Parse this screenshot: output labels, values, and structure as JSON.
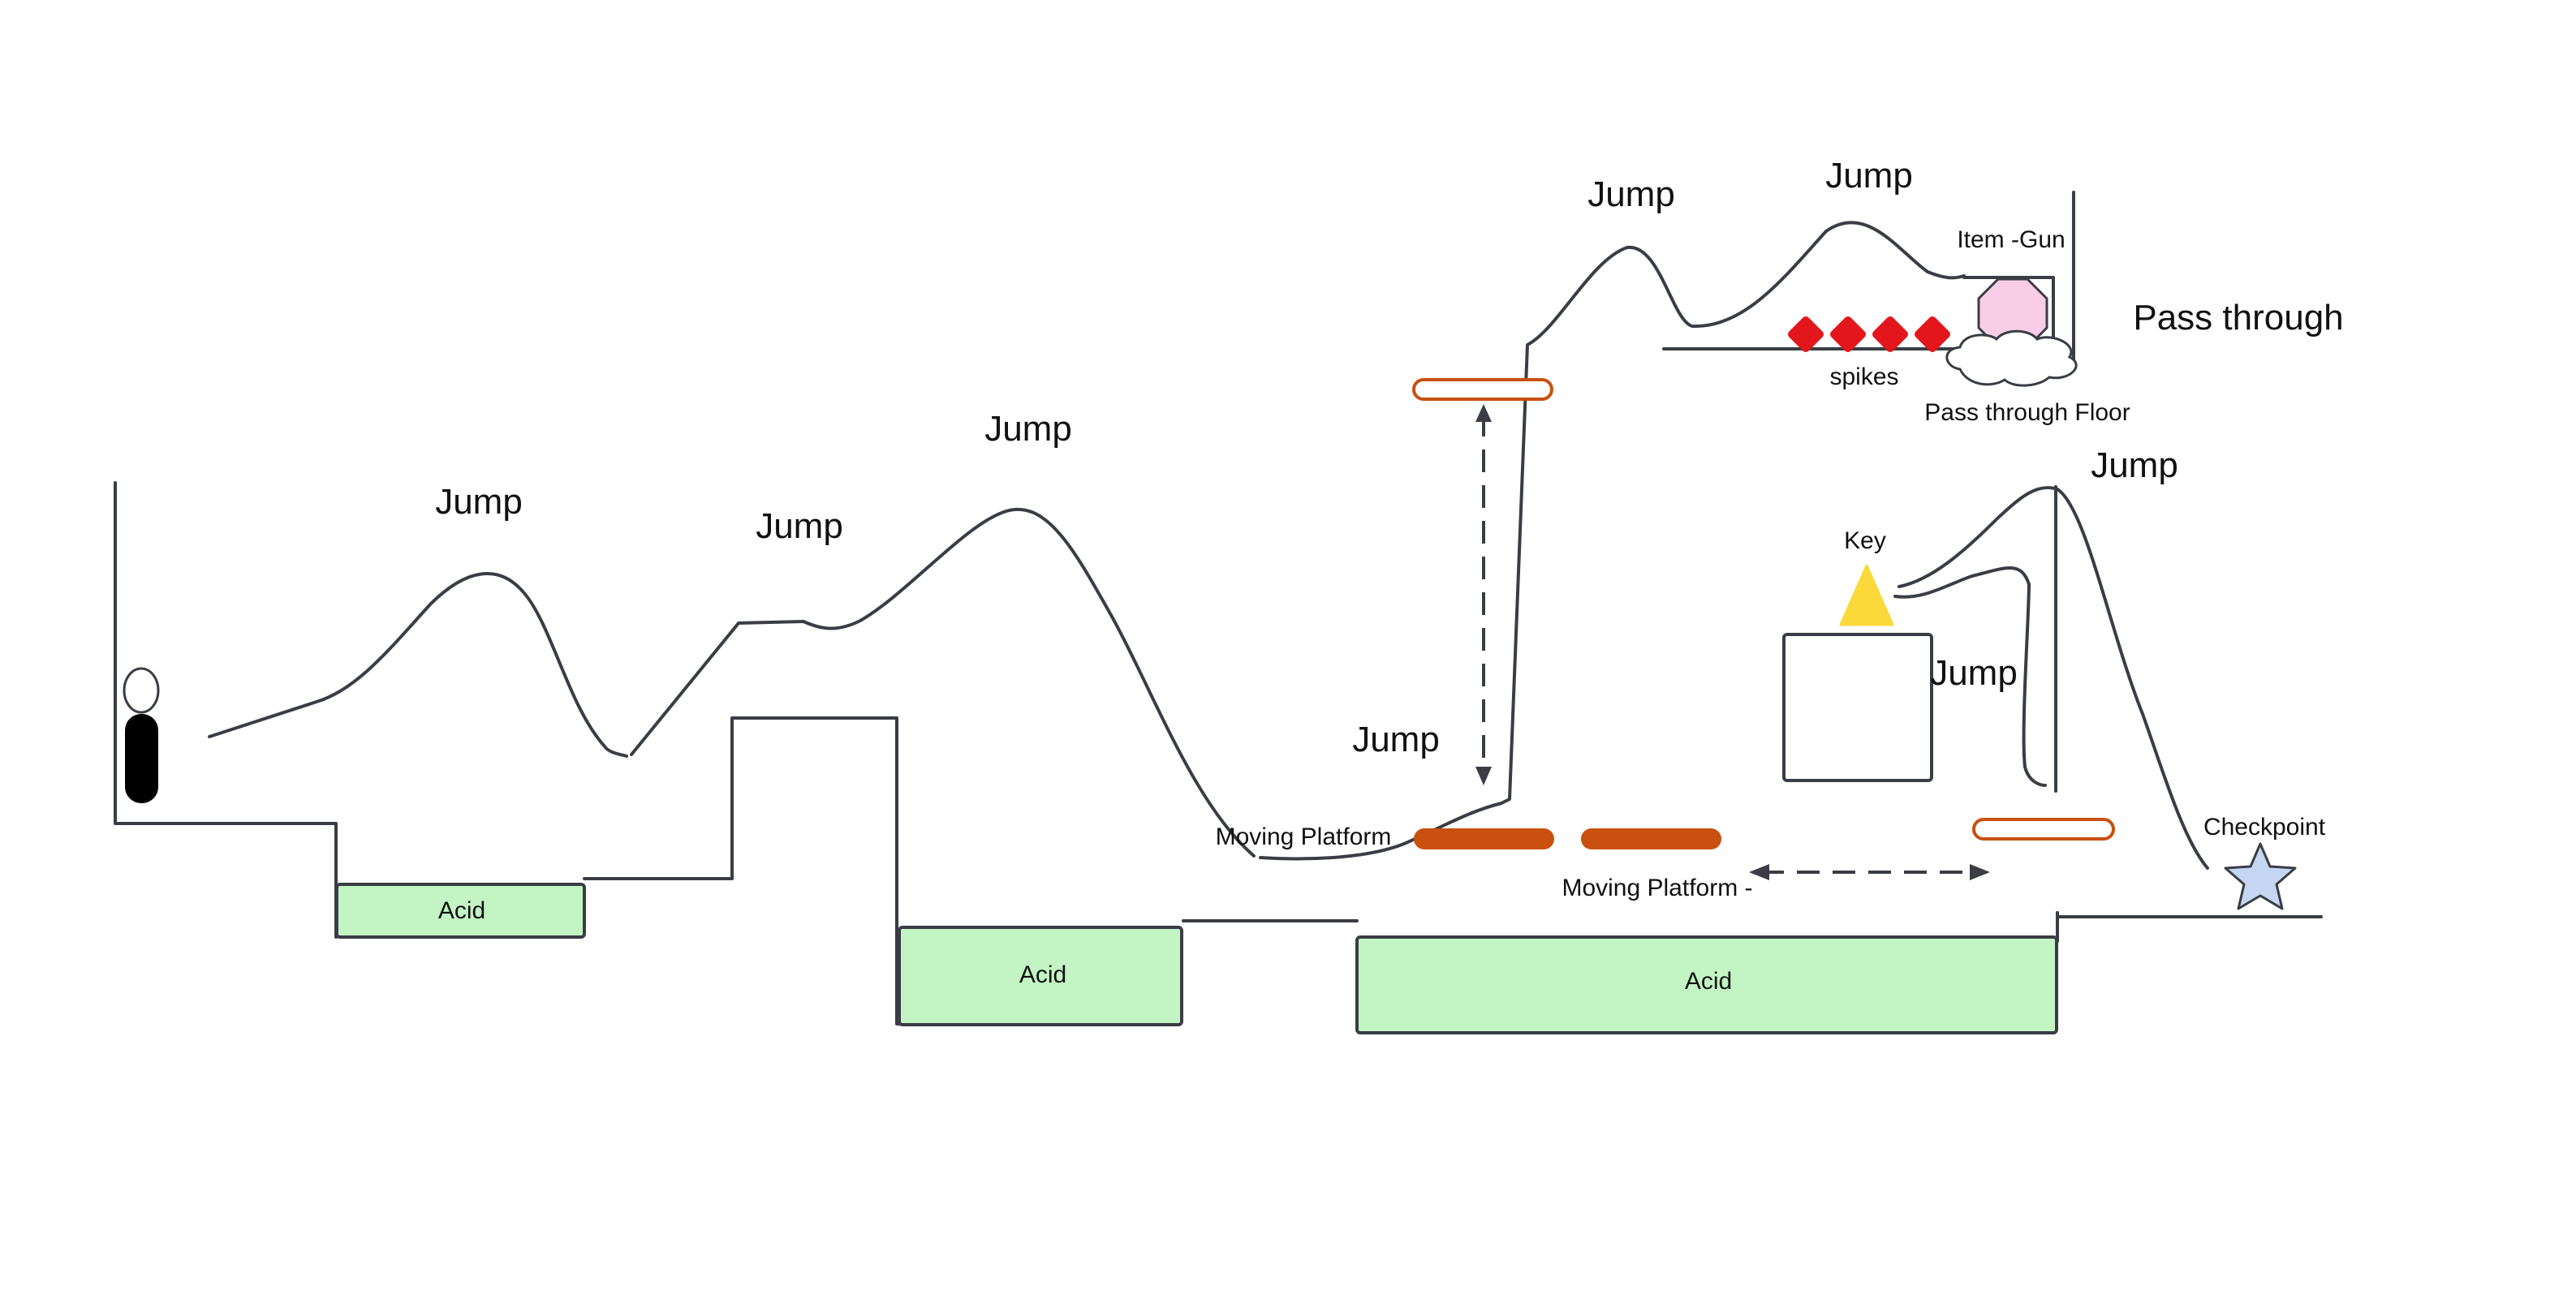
{
  "labels": {
    "jump": "Jump",
    "acid": "Acid",
    "moving_platform": "Moving Platform",
    "moving_platform_dash": "Moving Platform -",
    "spikes": "spikes",
    "pass_through_floor": "Pass through Floor",
    "pass_through": "Pass through",
    "item_gun": "Item -Gun",
    "key": "Key",
    "checkpoint": "Checkpoint"
  },
  "colors": {
    "line": "#3a3d45",
    "acid_fill": "#c2f5c3",
    "acid_stroke": "#3a3d45",
    "platform_solid": "#c9500e",
    "platform_outline": "#c9500e",
    "spike": "#e3161b",
    "key": "#fcd93a",
    "gun_item": "#f9cde8",
    "checkpoint_star": "#c5d6f2",
    "player_body": "#000000",
    "dash_arrow": "#3a3d45"
  },
  "icons": {
    "player": "player-figure-icon",
    "key": "key-triangle-icon",
    "gun": "gun-item-octagon-icon",
    "checkpoint": "checkpoint-star-icon",
    "cloud": "pass-through-cloud-icon",
    "spikes": "spike-diamond-icon"
  }
}
